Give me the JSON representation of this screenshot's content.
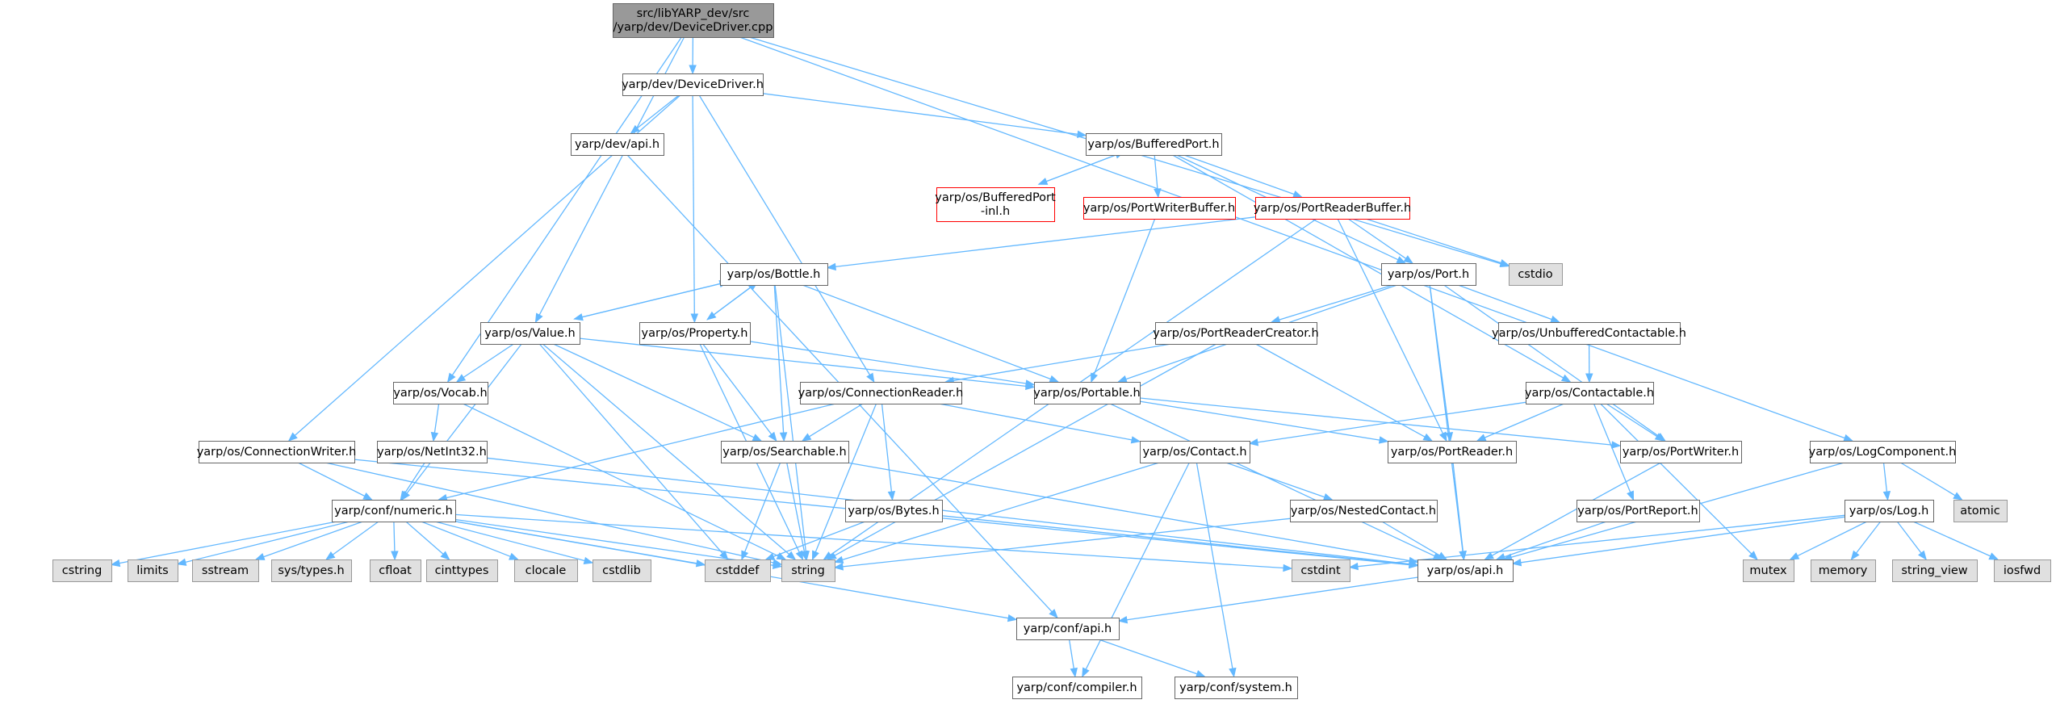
{
  "colors": {
    "edge": "#63b8ff",
    "root_fill": "#999999",
    "root_border": "#666666",
    "header_border": "#666666",
    "header_fill": "#ffffff",
    "incomplete_border": "#ff0000",
    "system_fill": "#e0e0e0",
    "system_border": "#999999"
  },
  "nodes": [
    {
      "id": "root",
      "kind": "root",
      "lines": [
        "src/libYARP_dev/src",
        "/yarp/dev/DeviceDriver.cpp"
      ]
    },
    {
      "id": "dev_devicedriver_h",
      "kind": "header",
      "lines": [
        "yarp/dev/DeviceDriver.h"
      ]
    },
    {
      "id": "dev_api_h",
      "kind": "header",
      "lines": [
        "yarp/dev/api.h"
      ]
    },
    {
      "id": "os_bufferedport_h",
      "kind": "header",
      "lines": [
        "yarp/os/BufferedPort.h"
      ]
    },
    {
      "id": "os_bufferedport_inl_h",
      "kind": "incomplete",
      "lines": [
        "yarp/os/BufferedPort",
        "-inl.h"
      ]
    },
    {
      "id": "os_portwriterbuffer_h",
      "kind": "incomplete",
      "lines": [
        "yarp/os/PortWriterBuffer.h"
      ]
    },
    {
      "id": "os_portreaderbuffer_h",
      "kind": "incomplete",
      "lines": [
        "yarp/os/PortReaderBuffer.h"
      ]
    },
    {
      "id": "cstdio",
      "kind": "system",
      "lines": [
        "cstdio"
      ]
    },
    {
      "id": "os_bottle_h",
      "kind": "header",
      "lines": [
        "yarp/os/Bottle.h"
      ]
    },
    {
      "id": "os_port_h",
      "kind": "header",
      "lines": [
        "yarp/os/Port.h"
      ]
    },
    {
      "id": "os_value_h",
      "kind": "header",
      "lines": [
        "yarp/os/Value.h"
      ]
    },
    {
      "id": "os_property_h",
      "kind": "header",
      "lines": [
        "yarp/os/Property.h"
      ]
    },
    {
      "id": "os_portreadercreator_h",
      "kind": "header",
      "lines": [
        "yarp/os/PortReaderCreator.h"
      ]
    },
    {
      "id": "os_unbufferedcontactable_h",
      "kind": "header",
      "lines": [
        "yarp/os/UnbufferedContactable.h"
      ]
    },
    {
      "id": "os_vocab_h",
      "kind": "header",
      "lines": [
        "yarp/os/Vocab.h"
      ]
    },
    {
      "id": "os_connectionreader_h",
      "kind": "header",
      "lines": [
        "yarp/os/ConnectionReader.h"
      ]
    },
    {
      "id": "os_portable_h",
      "kind": "header",
      "lines": [
        "yarp/os/Portable.h"
      ]
    },
    {
      "id": "os_contactable_h",
      "kind": "header",
      "lines": [
        "yarp/os/Contactable.h"
      ]
    },
    {
      "id": "os_connectionwriter_h",
      "kind": "header",
      "lines": [
        "yarp/os/ConnectionWriter.h"
      ]
    },
    {
      "id": "os_netint32_h",
      "kind": "header",
      "lines": [
        "yarp/os/NetInt32.h"
      ]
    },
    {
      "id": "os_searchable_h",
      "kind": "header",
      "lines": [
        "yarp/os/Searchable.h"
      ]
    },
    {
      "id": "os_contact_h",
      "kind": "header",
      "lines": [
        "yarp/os/Contact.h"
      ]
    },
    {
      "id": "os_portreader_h",
      "kind": "header",
      "lines": [
        "yarp/os/PortReader.h"
      ]
    },
    {
      "id": "os_portwriter_h",
      "kind": "header",
      "lines": [
        "yarp/os/PortWriter.h"
      ]
    },
    {
      "id": "os_logcomponent_h",
      "kind": "header",
      "lines": [
        "yarp/os/LogComponent.h"
      ]
    },
    {
      "id": "conf_numeric_h",
      "kind": "header",
      "lines": [
        "yarp/conf/numeric.h"
      ]
    },
    {
      "id": "os_bytes_h",
      "kind": "header",
      "lines": [
        "yarp/os/Bytes.h"
      ]
    },
    {
      "id": "os_nestedcontact_h",
      "kind": "header",
      "lines": [
        "yarp/os/NestedContact.h"
      ]
    },
    {
      "id": "os_portreport_h",
      "kind": "header",
      "lines": [
        "yarp/os/PortReport.h"
      ]
    },
    {
      "id": "os_log_h",
      "kind": "header",
      "lines": [
        "yarp/os/Log.h"
      ]
    },
    {
      "id": "atomic",
      "kind": "system",
      "lines": [
        "atomic"
      ]
    },
    {
      "id": "cstring",
      "kind": "system",
      "lines": [
        "cstring"
      ]
    },
    {
      "id": "limits",
      "kind": "system",
      "lines": [
        "limits"
      ]
    },
    {
      "id": "sstream",
      "kind": "system",
      "lines": [
        "sstream"
      ]
    },
    {
      "id": "sys_types_h",
      "kind": "system",
      "lines": [
        "sys/types.h"
      ]
    },
    {
      "id": "cfloat",
      "kind": "system",
      "lines": [
        "cfloat"
      ]
    },
    {
      "id": "cinttypes",
      "kind": "system",
      "lines": [
        "cinttypes"
      ]
    },
    {
      "id": "clocale",
      "kind": "system",
      "lines": [
        "clocale"
      ]
    },
    {
      "id": "cstdlib",
      "kind": "system",
      "lines": [
        "cstdlib"
      ]
    },
    {
      "id": "cstddef",
      "kind": "system",
      "lines": [
        "cstddef"
      ]
    },
    {
      "id": "string",
      "kind": "system",
      "lines": [
        "string"
      ]
    },
    {
      "id": "cstdint",
      "kind": "system",
      "lines": [
        "cstdint"
      ]
    },
    {
      "id": "os_api_h",
      "kind": "header",
      "lines": [
        "yarp/os/api.h"
      ]
    },
    {
      "id": "mutex",
      "kind": "system",
      "lines": [
        "mutex"
      ]
    },
    {
      "id": "memory",
      "kind": "system",
      "lines": [
        "memory"
      ]
    },
    {
      "id": "string_view",
      "kind": "system",
      "lines": [
        "string_view"
      ]
    },
    {
      "id": "iosfwd",
      "kind": "system",
      "lines": [
        "iosfwd"
      ]
    },
    {
      "id": "conf_api_h",
      "kind": "header",
      "lines": [
        "yarp/conf/api.h"
      ]
    },
    {
      "id": "conf_compiler_h",
      "kind": "header",
      "lines": [
        "yarp/conf/compiler.h"
      ]
    },
    {
      "id": "conf_system_h",
      "kind": "header",
      "lines": [
        "yarp/conf/system.h"
      ]
    }
  ],
  "edges": [
    [
      "root",
      "dev_devicedriver_h"
    ],
    [
      "root",
      "os_value_h"
    ],
    [
      "root",
      "os_vocab_h"
    ],
    [
      "root",
      "cstdio"
    ],
    [
      "root",
      "os_logcomponent_h"
    ],
    [
      "dev_devicedriver_h",
      "dev_api_h"
    ],
    [
      "dev_devicedriver_h",
      "os_bufferedport_h"
    ],
    [
      "dev_devicedriver_h",
      "os_property_h"
    ],
    [
      "dev_devicedriver_h",
      "os_connectionreader_h"
    ],
    [
      "dev_devicedriver_h",
      "os_connectionwriter_h"
    ],
    [
      "dev_api_h",
      "conf_api_h"
    ],
    [
      "os_bufferedport_h",
      "os_bufferedport_inl_h"
    ],
    [
      "os_bufferedport_h",
      "os_portwriterbuffer_h"
    ],
    [
      "os_bufferedport_h",
      "os_portreaderbuffer_h"
    ],
    [
      "os_bufferedport_h",
      "os_port_h"
    ],
    [
      "os_bufferedport_h",
      "os_contactable_h"
    ],
    [
      "os_bufferedport_inl_h",
      "os_bufferedport_h"
    ],
    [
      "os_portwriterbuffer_h",
      "os_portable_h"
    ],
    [
      "os_portreaderbuffer_h",
      "cstdio"
    ],
    [
      "os_portreaderbuffer_h",
      "os_port_h"
    ],
    [
      "os_portreaderbuffer_h",
      "os_bottle_h"
    ],
    [
      "os_portreaderbuffer_h",
      "os_portreader_h"
    ],
    [
      "os_portreaderbuffer_h",
      "string"
    ],
    [
      "os_port_h",
      "os_portreadercreator_h"
    ],
    [
      "os_port_h",
      "os_unbufferedcontactable_h"
    ],
    [
      "os_port_h",
      "os_portable_h"
    ],
    [
      "os_port_h",
      "os_portreader_h"
    ],
    [
      "os_port_h",
      "os_portwriter_h"
    ],
    [
      "os_port_h",
      "os_api_h"
    ],
    [
      "os_bottle_h",
      "os_value_h"
    ],
    [
      "os_bottle_h",
      "os_property_h"
    ],
    [
      "os_bottle_h",
      "os_portable_h"
    ],
    [
      "os_bottle_h",
      "os_searchable_h"
    ],
    [
      "os_bottle_h",
      "string"
    ],
    [
      "os_value_h",
      "os_bottle_h"
    ],
    [
      "os_value_h",
      "os_vocab_h"
    ],
    [
      "os_value_h",
      "os_portable_h"
    ],
    [
      "os_value_h",
      "os_searchable_h"
    ],
    [
      "os_value_h",
      "conf_numeric_h"
    ],
    [
      "os_value_h",
      "cstddef"
    ],
    [
      "os_value_h",
      "string"
    ],
    [
      "os_property_h",
      "os_bottle_h"
    ],
    [
      "os_property_h",
      "os_portable_h"
    ],
    [
      "os_property_h",
      "os_searchable_h"
    ],
    [
      "os_property_h",
      "string"
    ],
    [
      "os_portreadercreator_h",
      "os_connectionreader_h"
    ],
    [
      "os_portreadercreator_h",
      "os_portreader_h"
    ],
    [
      "os_portreadercreator_h",
      "string"
    ],
    [
      "os_unbufferedcontactable_h",
      "os_contactable_h"
    ],
    [
      "os_vocab_h",
      "os_netint32_h"
    ],
    [
      "os_vocab_h",
      "string"
    ],
    [
      "os_connectionreader_h",
      "os_searchable_h"
    ],
    [
      "os_connectionreader_h",
      "os_contact_h"
    ],
    [
      "os_connectionreader_h",
      "os_bytes_h"
    ],
    [
      "os_connectionreader_h",
      "conf_numeric_h"
    ],
    [
      "os_connectionreader_h",
      "string"
    ],
    [
      "os_portable_h",
      "os_portreader_h"
    ],
    [
      "os_portable_h",
      "os_portwriter_h"
    ],
    [
      "os_portable_h",
      "os_api_h"
    ],
    [
      "os_contactable_h",
      "os_contact_h"
    ],
    [
      "os_contactable_h",
      "os_portreader_h"
    ],
    [
      "os_contactable_h",
      "os_portwriter_h"
    ],
    [
      "os_contactable_h",
      "os_portreport_h"
    ],
    [
      "os_contactable_h",
      "mutex"
    ],
    [
      "os_connectionwriter_h",
      "conf_numeric_h"
    ],
    [
      "os_connectionwriter_h",
      "os_api_h"
    ],
    [
      "os_connectionwriter_h",
      "string"
    ],
    [
      "os_netint32_h",
      "conf_numeric_h"
    ],
    [
      "os_netint32_h",
      "os_api_h"
    ],
    [
      "os_searchable_h",
      "os_api_h"
    ],
    [
      "os_searchable_h",
      "cstddef"
    ],
    [
      "os_searchable_h",
      "string"
    ],
    [
      "os_contact_h",
      "os_nestedcontact_h"
    ],
    [
      "os_contact_h",
      "string"
    ],
    [
      "os_contact_h",
      "conf_compiler_h"
    ],
    [
      "os_contact_h",
      "conf_system_h"
    ],
    [
      "os_portreader_h",
      "os_api_h"
    ],
    [
      "os_portwriter_h",
      "os_api_h"
    ],
    [
      "os_logcomponent_h",
      "os_log_h"
    ],
    [
      "os_logcomponent_h",
      "atomic"
    ],
    [
      "os_logcomponent_h",
      "os_api_h"
    ],
    [
      "conf_numeric_h",
      "cstring"
    ],
    [
      "conf_numeric_h",
      "limits"
    ],
    [
      "conf_numeric_h",
      "sstream"
    ],
    [
      "conf_numeric_h",
      "sys_types_h"
    ],
    [
      "conf_numeric_h",
      "cfloat"
    ],
    [
      "conf_numeric_h",
      "cinttypes"
    ],
    [
      "conf_numeric_h",
      "clocale"
    ],
    [
      "conf_numeric_h",
      "cstdlib"
    ],
    [
      "conf_numeric_h",
      "cstddef"
    ],
    [
      "conf_numeric_h",
      "string"
    ],
    [
      "conf_numeric_h",
      "cstdint"
    ],
    [
      "conf_numeric_h",
      "conf_api_h"
    ],
    [
      "os_bytes_h",
      "os_api_h"
    ],
    [
      "os_bytes_h",
      "cstddef"
    ],
    [
      "os_nestedcontact_h",
      "os_api_h"
    ],
    [
      "os_nestedcontact_h",
      "string"
    ],
    [
      "os_portreport_h",
      "os_api_h"
    ],
    [
      "os_log_h",
      "os_api_h"
    ],
    [
      "os_log_h",
      "cstdint"
    ],
    [
      "os_log_h",
      "mutex"
    ],
    [
      "os_log_h",
      "memory"
    ],
    [
      "os_log_h",
      "string_view"
    ],
    [
      "os_log_h",
      "iosfwd"
    ],
    [
      "os_api_h",
      "conf_api_h"
    ],
    [
      "conf_api_h",
      "conf_compiler_h"
    ],
    [
      "conf_api_h",
      "conf_system_h"
    ]
  ]
}
